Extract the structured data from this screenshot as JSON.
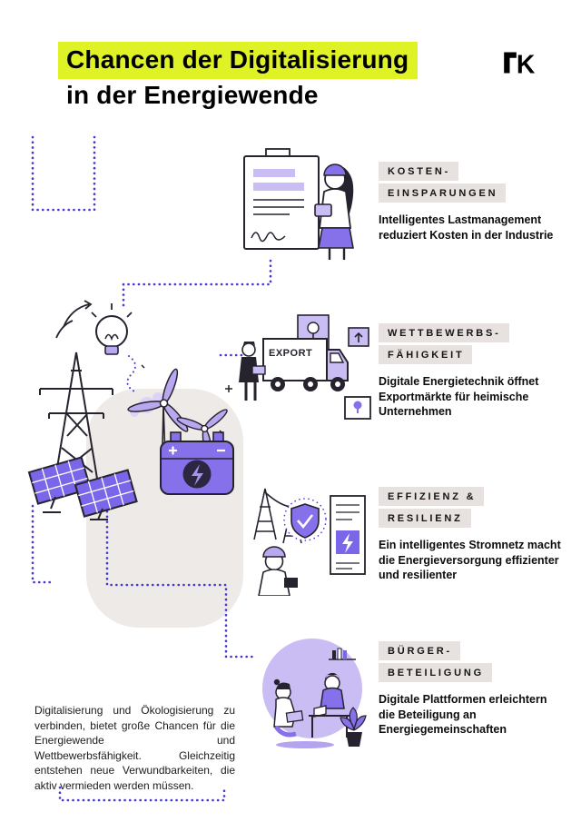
{
  "poster": {
    "title_line1": "Chancen der Digitalisierung",
    "title_line2": "in der Energiewende",
    "logo_letter": "K"
  },
  "sections": [
    {
      "heading_line1": "KOSTEN-",
      "heading_line2": "EINSPARUNGEN",
      "body": "Intelligentes Lastmanagement reduziert Kosten in der Industrie",
      "illustration": "woman-signing-contract-icon"
    },
    {
      "heading_line1": "WETTBEWERBS-",
      "heading_line2": "FÄHIGKEIT",
      "body": "Digitale Energietechnik öffnet Exportmärkte für heimische Unternehmen",
      "illustration": "export-truck-and-parcels-icon",
      "export_label": "EXPORT"
    },
    {
      "heading_line1": "EFFIZIENZ &",
      "heading_line2": "RESILIENZ",
      "body": "Ein intelligentes Stromnetz macht die Energieversorgung effizienter und resilienter",
      "illustration": "smart-grid-shield-icon"
    },
    {
      "heading_line1": "BÜRGER-",
      "heading_line2": "BETEILIGUNG",
      "body": "Digitale Plattformen erleichtern die Beteiligung an Energiegemeinschaften",
      "illustration": "community-people-laptops-icon"
    }
  ],
  "footer_text": "Digitalisierung und Ökologisierung zu verbinden, bietet große Chancen für die Energiewende und Wettbewerbsfähigkeit. Gleichzeitig entstehen neue Verwundbarkeiten, die aktiv vermieden werden müssen.",
  "colors": {
    "highlight": "#def226",
    "badge_bg": "#e7e2e0",
    "accent_purple": "#7a66e8",
    "lavender": "#cabdf4",
    "dotted_line": "#4338cf",
    "ink": "#26222e"
  }
}
